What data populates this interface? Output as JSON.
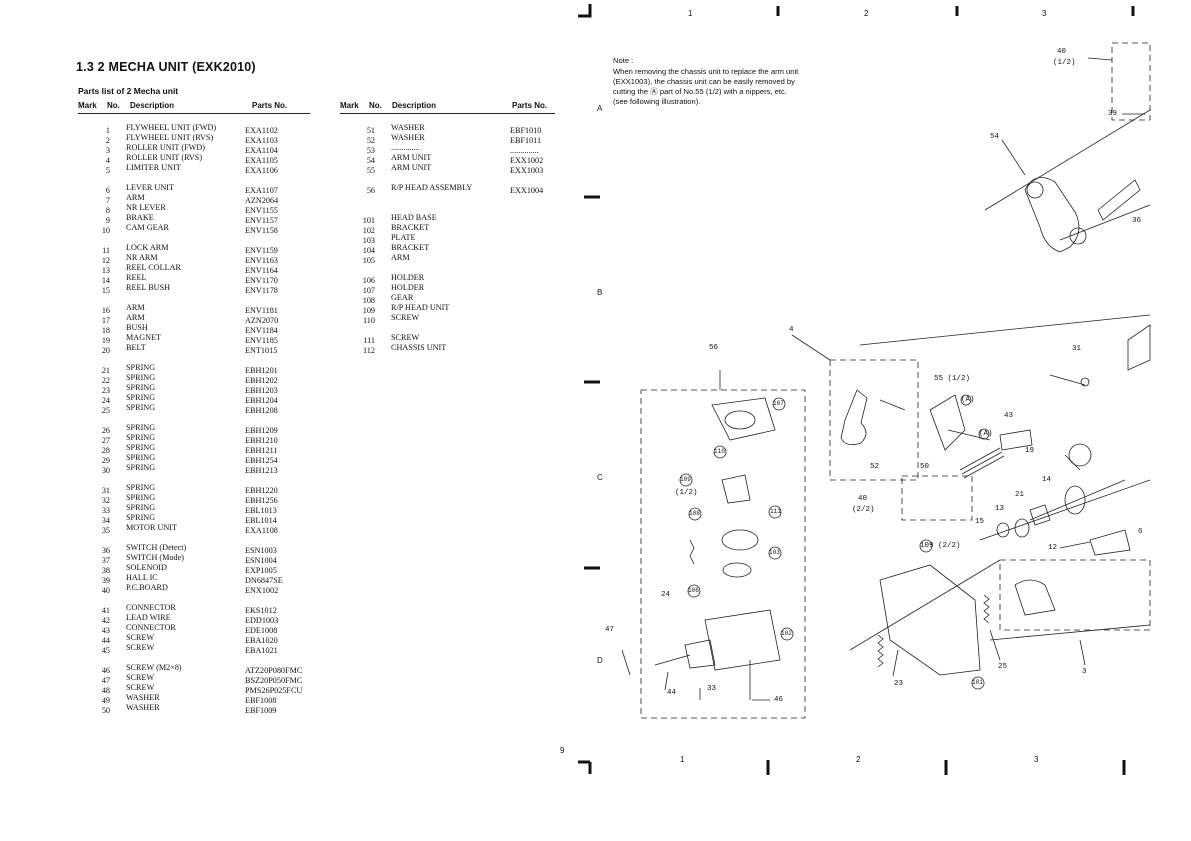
{
  "section_title": "1.3  2 MECHA UNIT (EXK2010)",
  "subtitle": "Parts list of 2 Mecha unit",
  "headers": {
    "mark": "Mark",
    "no": "No.",
    "description": "Description",
    "parts_no": "Parts No."
  },
  "left_groups": [
    [
      [
        "1",
        "FLYWHEEL UNIT (FWD)",
        "EXA1102"
      ],
      [
        "2",
        "FLYWHEEL UNIT (RVS)",
        "EXA1103"
      ],
      [
        "3",
        "ROLLER UNIT (FWD)",
        "EXA1104"
      ],
      [
        "4",
        "ROLLER UNIT (RVS)",
        "EXA1105"
      ],
      [
        "5",
        "LIMITER UNIT",
        "EXA1106"
      ]
    ],
    [
      [
        "6",
        "LEVER UNIT",
        "EXA1107"
      ],
      [
        "7",
        "ARM",
        "AZN2064"
      ],
      [
        "8",
        "NR LEVER",
        "ENV1155"
      ],
      [
        "9",
        "BRAKE",
        "ENV1157"
      ],
      [
        "10",
        "CAM GEAR",
        "ENV1158"
      ]
    ],
    [
      [
        "11",
        "LOCK ARM",
        "ENV1159"
      ],
      [
        "12",
        "NR ARM",
        "ENV1163"
      ],
      [
        "13",
        "REEL COLLAR",
        "ENV1164"
      ],
      [
        "14",
        "REEL",
        "ENV1170"
      ],
      [
        "15",
        "REEL BUSH",
        "ENV1178"
      ]
    ],
    [
      [
        "16",
        "ARM",
        "ENV1181"
      ],
      [
        "17",
        "ARM",
        "AZN2070"
      ],
      [
        "18",
        "BUSH",
        "ENV1184"
      ],
      [
        "19",
        "MAGNET",
        "ENV1185"
      ],
      [
        "20",
        "BELT",
        "ENT1015"
      ]
    ],
    [
      [
        "21",
        "SPRING",
        "EBH1201"
      ],
      [
        "22",
        "SPRING",
        "EBH1202"
      ],
      [
        "23",
        "SPRING",
        "EBH1203"
      ],
      [
        "24",
        "SPRING",
        "EBH1204"
      ],
      [
        "25",
        "SPRING",
        "EBH1208"
      ]
    ],
    [
      [
        "26",
        "SPRING",
        "EBH1209"
      ],
      [
        "27",
        "SPRING",
        "EBH1210"
      ],
      [
        "28",
        "SPRING",
        "EBH1211"
      ],
      [
        "29",
        "SPRING",
        "EBH1254"
      ],
      [
        "30",
        "SPRING",
        "EBH1213"
      ]
    ],
    [
      [
        "31",
        "SPRING",
        "EBH1220"
      ],
      [
        "32",
        "SPRING",
        "EBH1256"
      ],
      [
        "33",
        "SPRING",
        "EBL1013"
      ],
      [
        "34",
        "SPRING",
        "EBL1014"
      ],
      [
        "35",
        "MOTOR UNIT",
        "EXA1108"
      ]
    ],
    [
      [
        "36",
        "SWITCH (Detect)",
        "ESN1003"
      ],
      [
        "37",
        "SWITCH (Mode)",
        "ESN1004"
      ],
      [
        "38",
        "SOLENOID",
        "EXP1005"
      ],
      [
        "39",
        "HALL IC",
        "DN6847SE"
      ],
      [
        "40",
        "P.C.BOARD",
        "ENX1002"
      ]
    ],
    [
      [
        "41",
        "CONNECTOR",
        "EKS1012"
      ],
      [
        "42",
        "LEAD WIRE",
        "EDD1003"
      ],
      [
        "43",
        "CONNECTOR",
        "EDE1008"
      ],
      [
        "44",
        "SCREW",
        "EBA1020"
      ],
      [
        "45",
        "SCREW",
        "EBA1021"
      ]
    ],
    [
      [
        "46",
        "SCREW (M2×8)",
        "ATZ20P080FMC"
      ],
      [
        "47",
        "SCREW",
        "BSZ20P050FMC"
      ],
      [
        "48",
        "SCREW",
        "PMS26P025FCU"
      ],
      [
        "49",
        "WASHER",
        "EBF1008"
      ],
      [
        "50",
        "WASHER",
        "EBF1009"
      ]
    ]
  ],
  "right_groups": [
    [
      [
        "51",
        "WASHER",
        "EBF1010"
      ],
      [
        "52",
        "WASHER",
        "EBF1011"
      ],
      [
        "53",
        "..............",
        ".............."
      ],
      [
        "54",
        "ARM UNIT",
        "EXX1002"
      ],
      [
        "55",
        "ARM UNIT",
        "EXX1003"
      ]
    ],
    [
      [
        "56",
        "R/P HEAD ASSEMBLY",
        "EXX1004"
      ]
    ],
    [],
    [
      [
        "101",
        "HEAD BASE",
        ""
      ],
      [
        "102",
        "BRACKET",
        ""
      ],
      [
        "103",
        "PLATE",
        ""
      ],
      [
        "104",
        "BRACKET",
        ""
      ],
      [
        "105",
        "ARM",
        ""
      ]
    ],
    [
      [
        "106",
        "HOLDER",
        ""
      ],
      [
        "107",
        "HOLDER",
        ""
      ],
      [
        "108",
        "GEAR",
        ""
      ],
      [
        "109",
        "R/P HEAD UNIT",
        ""
      ],
      [
        "110",
        "SCREW",
        ""
      ]
    ],
    [
      [
        "111",
        "SCREW",
        ""
      ],
      [
        "112",
        "CHASSIS UNIT",
        ""
      ]
    ]
  ],
  "note": {
    "title": "Note :",
    "lines": [
      "When removing the chassis unit to replace the arm unit",
      "(EXX1003), the chassis unit can be easily removed by",
      "cutting the Ⓐ part of No.55 (1/2) with a nippers, etc.",
      "(see following illustration)."
    ]
  },
  "row_markers": [
    "A",
    "B",
    "C",
    "D"
  ],
  "col_markers_top": [
    "1",
    "2",
    "3"
  ],
  "col_markers_bottom": [
    "1",
    "2",
    "3"
  ],
  "page_number": "9",
  "diagram_labels": [
    "40",
    "(1/2)",
    "39",
    "54",
    "36",
    "4",
    "56",
    "31",
    "55 (1/2)",
    "(A)",
    "43",
    "(A)",
    "107",
    "110",
    "52",
    "50",
    "19",
    "109",
    "(1/2)",
    "14",
    "40",
    "(2/2)",
    "21",
    "13",
    "111",
    "108",
    "15",
    "109 (2/2)",
    "12",
    "6",
    "103",
    "24",
    "106",
    "47",
    "102",
    "25",
    "44",
    "33",
    "46",
    "23",
    "101",
    "3"
  ]
}
